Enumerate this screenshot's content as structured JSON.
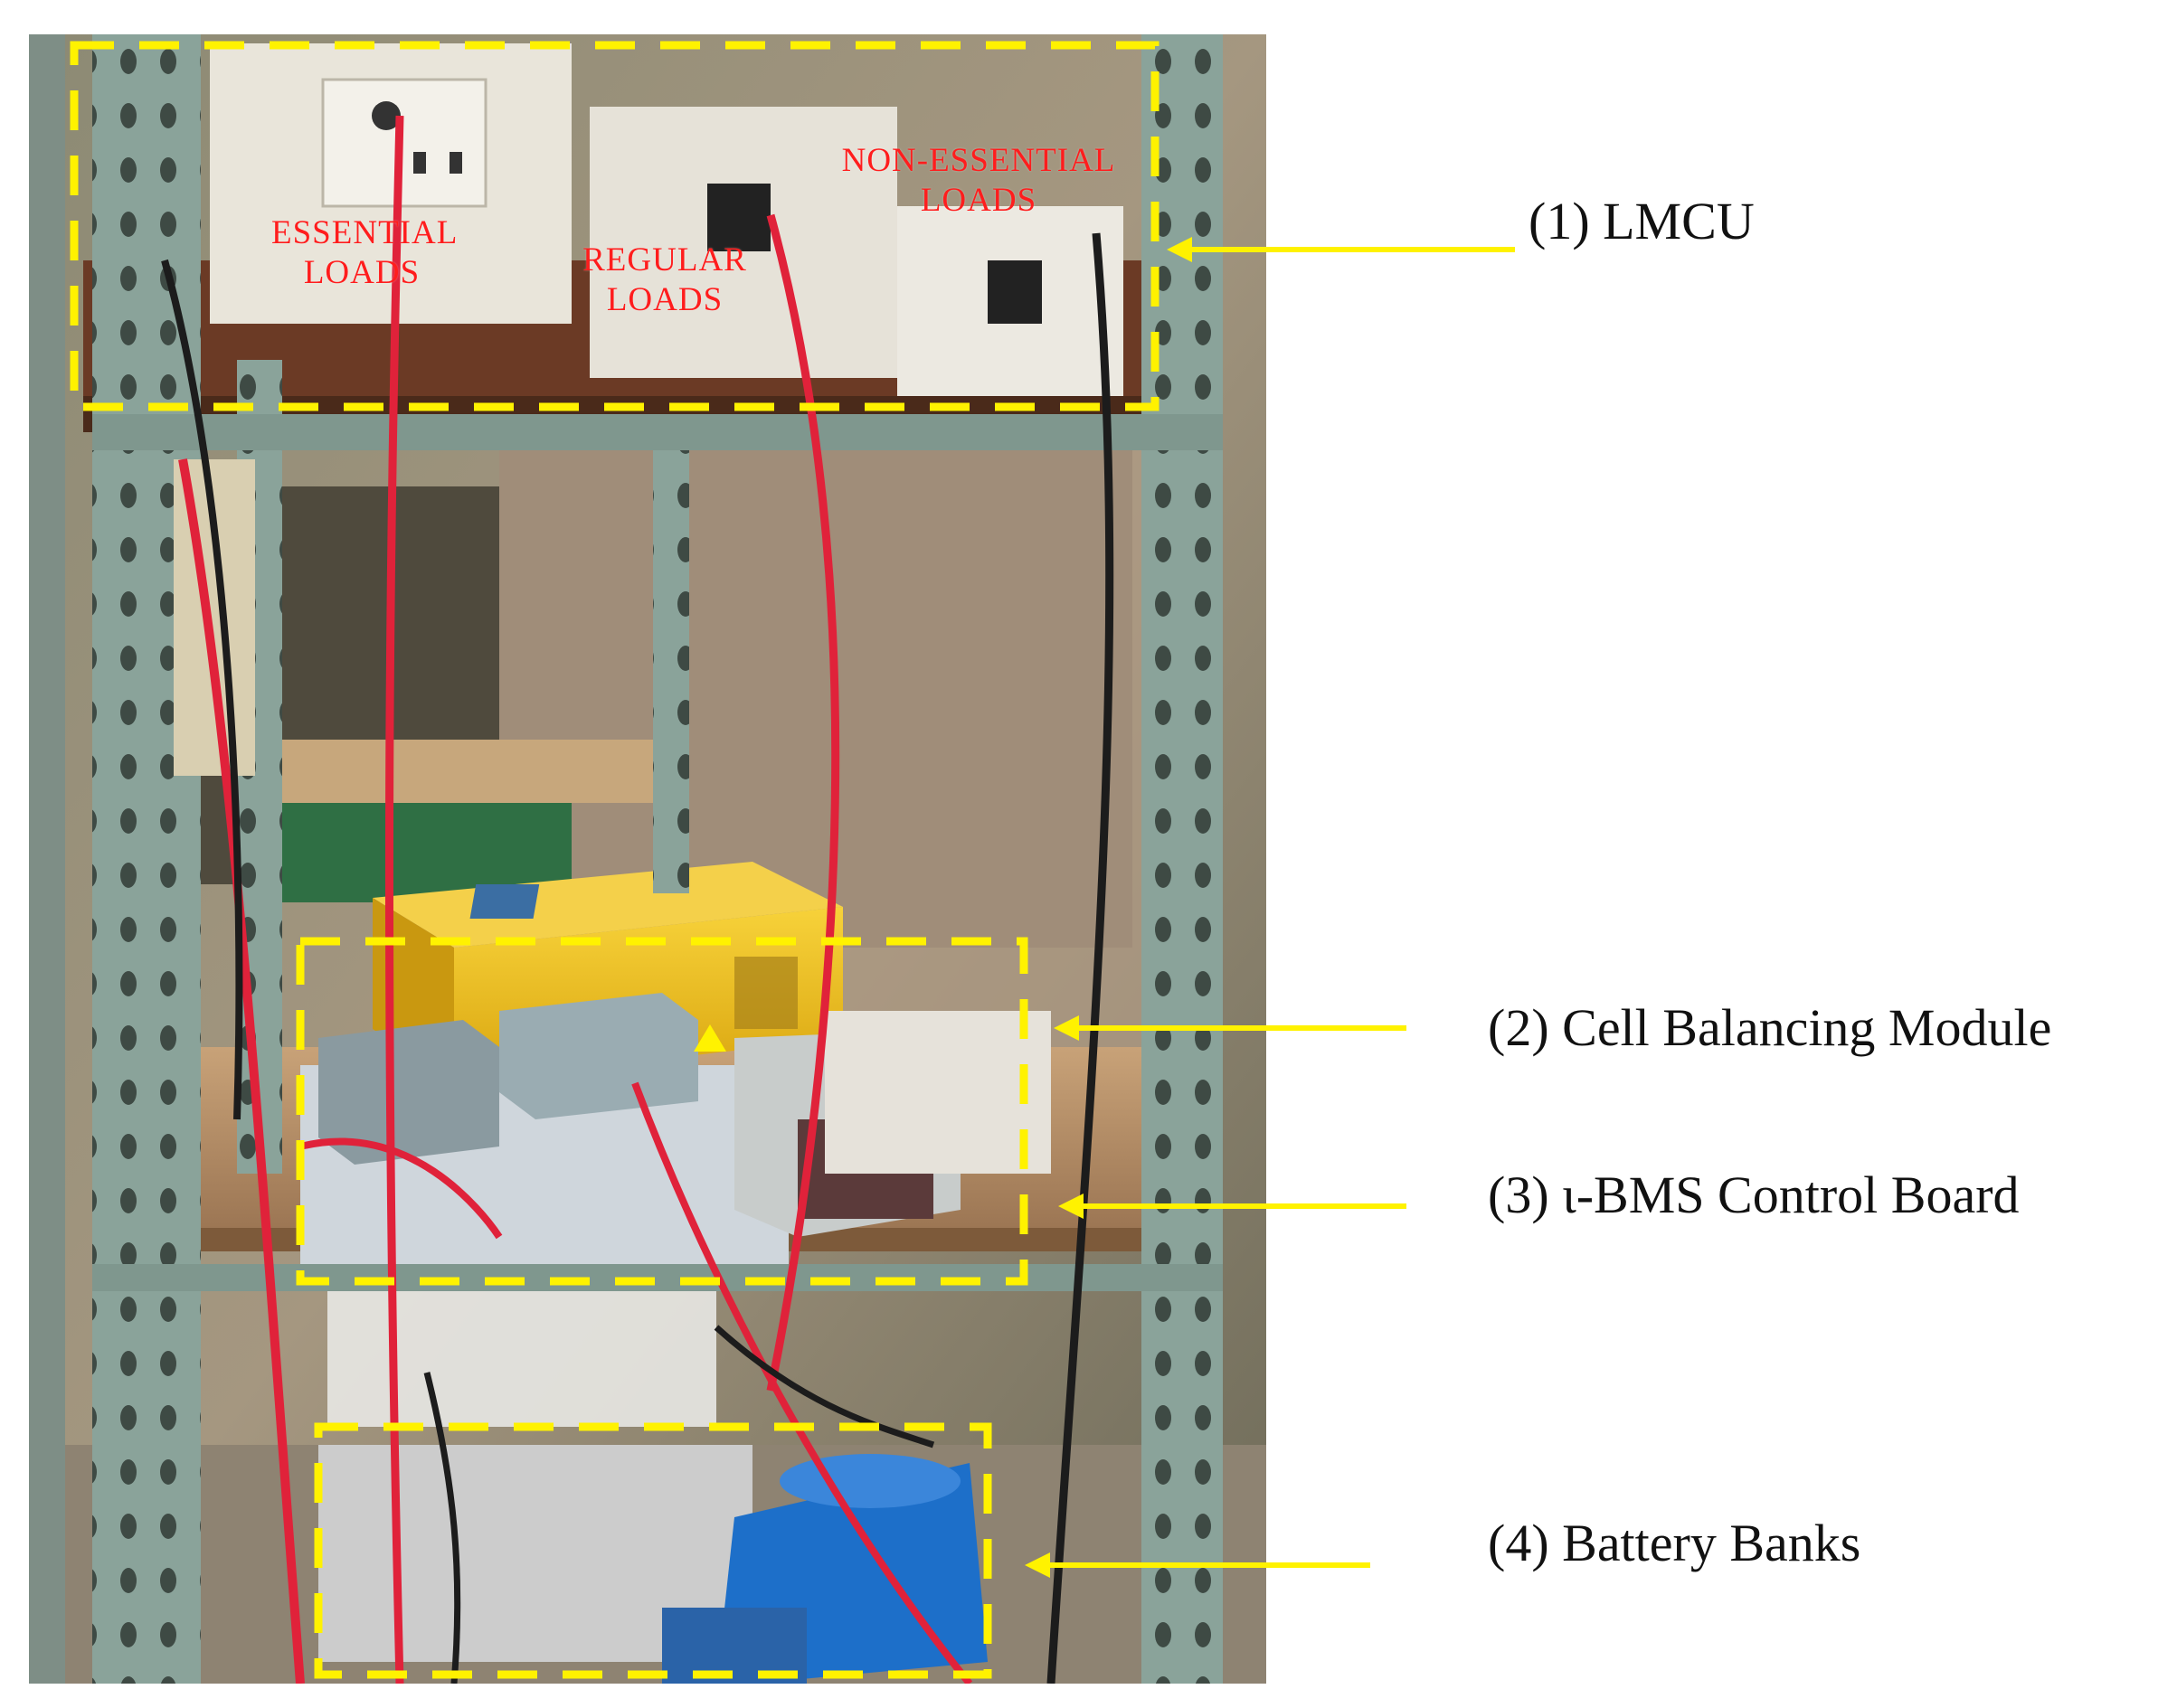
{
  "figure": {
    "callouts": [
      {
        "label": "(1) LMCU"
      },
      {
        "label": "(2) Cell Balancing Module"
      },
      {
        "label": "(3) ι-BMS Control Board"
      },
      {
        "label": "(4) Battery Banks"
      }
    ],
    "photo_labels": {
      "essential": "ESSENTIAL LOADS",
      "regular": "REGULAR LOADS",
      "non_essential": "NON-ESSENTIAL LOADS"
    },
    "colors": {
      "highlight_box": "#fff200",
      "arrow": "#fff200",
      "photo_label": "#ff1d1d",
      "callout_text": "#111111",
      "rack_frame": "#8aa39a",
      "wire_red": "#e0223a",
      "wire_black": "#1c1c1c",
      "inverter_yellow": "#f4c21a",
      "battery_blue": "#1d6fc9"
    }
  }
}
